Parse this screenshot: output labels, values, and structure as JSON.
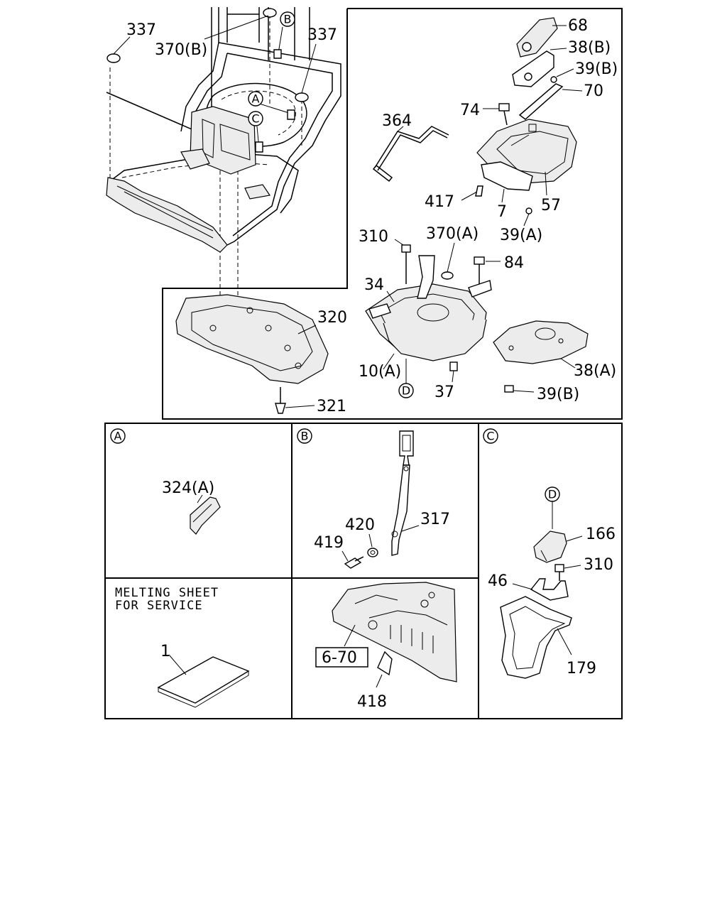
{
  "labels": {
    "l337a": "337",
    "l370b": "370(B)",
    "l337b": "337",
    "l68": "68",
    "l38b": "38(B)",
    "l39b_top": "39(B)",
    "l70": "70",
    "l74": "74",
    "l364": "364",
    "l417": "417",
    "l7": "7",
    "l57": "57",
    "l39a": "39(A)",
    "l310_top": "310",
    "l370a": "370(A)",
    "l34": "34",
    "l84": "84",
    "l320": "320",
    "l10a": "10(A)",
    "l37": "37",
    "l38a": "38(A)",
    "l39b_bot": "39(B)",
    "l321": "321",
    "l324a": "324(A)",
    "l420": "420",
    "l317": "317",
    "l419": "419",
    "l166": "166",
    "l310_c": "310",
    "l46": "46",
    "l179": "179",
    "l1": "1",
    "l418": "418",
    "ref670": "6-70"
  },
  "callouts": {
    "a": "A",
    "b": "B",
    "c": "C",
    "d": "D"
  },
  "note": {
    "line1": "MELTING SHEET",
    "line2": "FOR SERVICE"
  }
}
